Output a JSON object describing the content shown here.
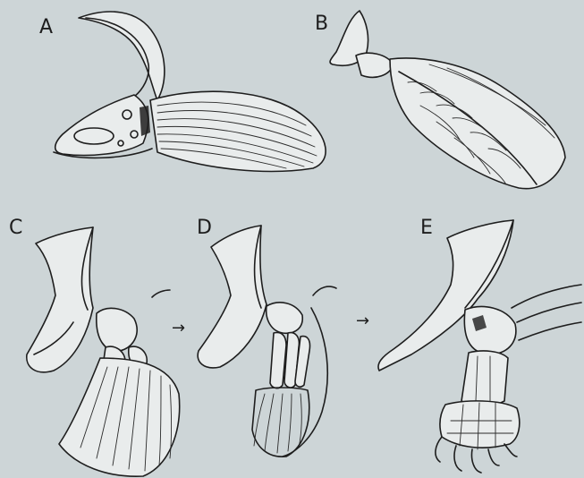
{
  "panels": [
    {
      "label": "A"
    },
    {
      "label": "B"
    },
    {
      "label": "C"
    },
    {
      "label": "D"
    },
    {
      "label": "E"
    }
  ],
  "arrows": [
    "→",
    "→"
  ],
  "colors": {
    "background": "#cdd5d7",
    "ink": "#1e1e1e",
    "paper": "#e9ecec"
  }
}
